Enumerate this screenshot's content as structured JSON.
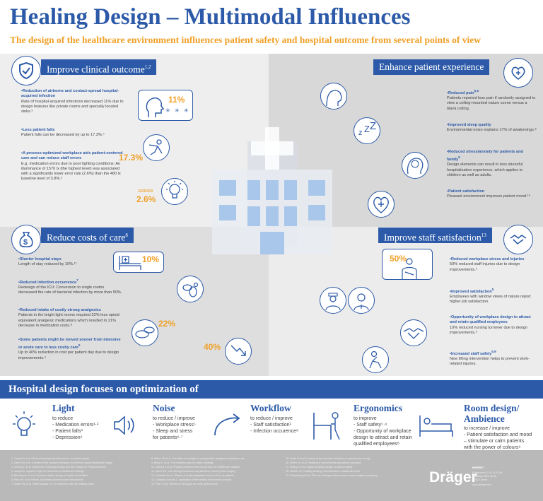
{
  "header": {
    "title": "Healing Design – Multimodal Influences",
    "subtitle": "The design of the healthcare environment influences patient safety and hospital outcome from several points of view"
  },
  "colors": {
    "brand": "#2c5aa8",
    "accent": "#f0a028"
  },
  "sections": {
    "clinical": {
      "title": "Improve clinical outcome",
      "ref": "1,2",
      "icon": "shield-check-icon",
      "items": [
        {
          "heading": "Reduction of airborne and contact-spread hospital-acquired infection",
          "text": "Rate of hospital-acquired infections decreased 11% due to design features like private rooms and specially located sinks.³"
        },
        {
          "heading": "Less patient falls",
          "text": "Patient falls can be decreased by up to 17.3%.⁴"
        },
        {
          "heading": "A process-optimized workplace aids patient-centered care and can reduce staff errors",
          "text": "E.g. medication errors due to poor lighting conditions: An illuminance of 1570 lx (the highest level) was associated with a significantly lower error rate (2.6%) than the 480 lx baseline level of 3.8%.⁵"
        }
      ],
      "stats": {
        "infection": "11%",
        "falls": "17.3%",
        "error_label": "ERROR",
        "error": "2.6%"
      }
    },
    "experience": {
      "title": "Enhance patient experience",
      "icon": "heart-plus-icon",
      "items": [
        {
          "heading": "Reduced pain",
          "ref": "5,6",
          "text": "Patients reported less pain if randomly assigned to view a ceiling-mounted nature scene versus a blank ceiling."
        },
        {
          "heading": "Improved sleep quality",
          "text": "Environmental noise explains 17% of awakenings.⁸"
        },
        {
          "heading": "Reduced stress/anxiety for patients and family",
          "ref": "9",
          "text": "Design elements can result in less stressful hospitalization experience, which applies to children as well as adults."
        },
        {
          "heading": "Patient satisfaction",
          "text": "Pleasant environment improves patient mood.¹⁰"
        }
      ]
    },
    "costs": {
      "title": "Reduce costs of care",
      "ref": "8",
      "icon": "money-bag-icon",
      "items": [
        {
          "heading": "Shorter hospital stays",
          "text": "Length of stay reduced by 10%.¹¹"
        },
        {
          "heading": "Reduced infection occurrence",
          "ref": "7",
          "text": "Redesign of the ICU: Conversion to single rooms decreased the rate of bacterial infection by more than 50%."
        },
        {
          "heading": "Reduced intake of costly strong analgesics",
          "text": "Patients in the bright light rooms required 22% less opioid equivalent analgesic medications which resulted in 21% decrease in medication costs.⁸"
        },
        {
          "heading": "Some patients might be moved sooner from intensive or acute care to less costly care",
          "ref": "5",
          "text": "Up to 40% reduction in cost per patient day due to design improvements.⁹"
        }
      ],
      "stats": {
        "stay": "10%",
        "analgesics": "22%",
        "cost": "40%"
      }
    },
    "staff": {
      "title": "Improve staff satisfaction",
      "ref": "13",
      "icon": "staff-handshake-icon",
      "items": [
        {
          "heading": "Reduced workplace stress and injuries",
          "text": "50% reduced staff injuries due to design improvements.⁵"
        },
        {
          "heading": "Improved satisfaction",
          "ref": "5",
          "text": "Employees with window views of nature report higher job satisfaction."
        },
        {
          "heading": "Opportunity of workplace design to attract and retain qualified employees",
          "text": "10% reduced nursing turnover due to design improvements.⁹"
        },
        {
          "heading": "Increased staff safety",
          "ref": "5,9",
          "text": "New lifting intervention helps to prevent work-related injuries."
        }
      ],
      "stats": {
        "injuries": "50%"
      }
    }
  },
  "focus": {
    "title": "Hospital design focuses on optimization of",
    "columns": [
      {
        "title": "Light",
        "icon": "light-bulb-icon",
        "sub": "to reduce",
        "lines": [
          "- Medication errors¹·²",
          "- Patient falls³",
          "- Depression⁴"
        ]
      },
      {
        "title": "Noise",
        "icon": "speaker-icon",
        "sub": "to reduce / improve",
        "lines": [
          "- Workplace stress⁵",
          "- Sleep and stress",
          "  for patients⁶·⁷"
        ]
      },
      {
        "title": "Workflow",
        "icon": "workflow-arrow-icon",
        "sub": "to reduce / improve",
        "lines": [
          "- Staff satisfaction¹",
          "- Infection occurence⁸"
        ]
      },
      {
        "title": "Ergonomics",
        "icon": "desk-worker-icon",
        "sub": "to improve",
        "lines": [
          "- Staff safety⁵·⁹",
          "- Opportunity of workplace",
          "  design to attract and retain",
          "  qualified employees⁸"
        ]
      },
      {
        "title": "Room design/ Ambience",
        "icon": "patient-bed-icon",
        "sub": "to increase / improve",
        "lines": [
          "- Patient satisfaction and mood",
          "  – stimulate or calm patients",
          "  with the power of colours⁹"
        ]
      }
    ]
  },
  "footer": {
    "brand": "Dräger",
    "imprint_title": "IMPRINT",
    "imprint_lines": [
      "Drägerwerk AG & Co. KGaA",
      "Moislinger Allee 53–55",
      "23542 Lübeck",
      "www.draeger.com"
    ],
    "notes_col1": [
      "1. Joseph A et al. Effect of the physical environment on patient safety",
      "2. Ulrich RS et al. A review of the research literature on evidence-based healthcare design",
      "3. Zimring C et al. Influences of Building Design and Site Design on Physical Activity",
      "4. Joseph A. Impact of Light on Outcomes in Healthcare Settings",
      "5. Bertolaccini C et al. Evidence-based design in healthcare facilities",
      "6. Park MY et al. Patient- and family-centered care interventions",
      "7. Sadler BL et al. Fable hospital 2.0: the business case for building better"
    ],
    "notes_col2": [
      "8. Walch JM et al. The effect of sunlight on postoperative analgesic medication use",
      "9. Berry LL et al. The business case for better buildings",
      "10. Dijkstra K et al. Physical environmental stimuli that turn healthcare facilities",
      "11. Ulrich RS. View through a window may influence recovery from surgery",
      "12. Hendrich A et al. Effects of acuity-adaptable rooms on flow of patients",
      "13. Gurascio-Howard L. Application of the healing environment concept",
      "14. Pati D et al. Effects of unit layout on nurse performance"
    ],
    "notes_col3": [
      "15. Smith R et al. A review of the research evidence on patient room design",
      "16. Devlin AS et al. Healthcare environments and patient outcomes",
      "17. Reiling J et al. Impact of facility design on patient safety",
      "18. Stichler JF. Creating healing environments in critical care units",
      "19. Chaudhury H et al. The use of single patient rooms versus multiple occupancy"
    ]
  }
}
